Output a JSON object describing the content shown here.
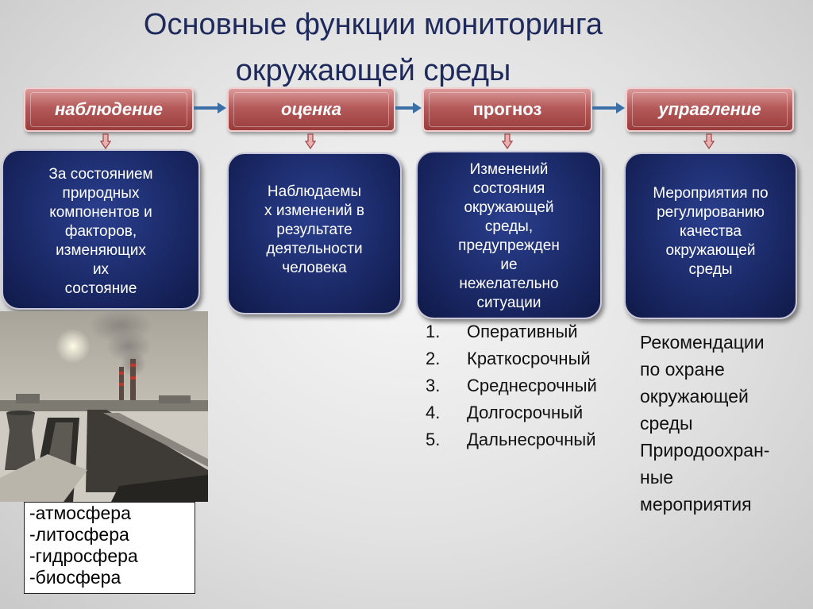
{
  "title": {
    "line1": "Основные функции мониторинга",
    "line2": "окружающей среды"
  },
  "stages": [
    {
      "label": "наблюдение"
    },
    {
      "label": "оценка"
    },
    {
      "label": "прогноз"
    },
    {
      "label": "управление"
    }
  ],
  "boxes": [
    {
      "lines": [
        "За состоянием",
        "природных",
        "компонентов и",
        "факторов,",
        "изменяющих",
        "их",
        "состояние"
      ]
    },
    {
      "lines": [
        "Наблюдаемы",
        "х изменений в",
        "результате",
        "деятельности",
        "человека"
      ]
    },
    {
      "lines": [
        "Изменений",
        "состояния",
        "окружающей",
        "среды,",
        "предупрежден",
        "ие",
        "нежелательно",
        "ситуации"
      ]
    },
    {
      "lines": [
        "Мероприятия по",
        "регулированию",
        "качества",
        "окружающей",
        "среды"
      ]
    }
  ],
  "spheres": [
    "-атмосфера",
    "-литосфера",
    "-гидросфера",
    "-биосфера"
  ],
  "forecast_types": [
    {
      "num": "1.",
      "label": "Оперативный"
    },
    {
      "num": "2.",
      "label": "Краткосрочный"
    },
    {
      "num": "3.",
      "label": "Среднесрочный"
    },
    {
      "num": "4.",
      "label": "Долгосрочный"
    },
    {
      "num": "5.",
      "label": "Дальнесрочный"
    }
  ],
  "recommendations": {
    "line1": "Рекомендации",
    "line2": "по охране",
    "line3": "окружающей",
    "line4": "среды",
    "line5": "Природоохран-",
    "line6": "ные",
    "line7": "мероприятия"
  },
  "colors": {
    "stage": "#b55a5a",
    "box": "#17245e",
    "arrow": "#3b6fa6",
    "title": "#1f2a5c"
  }
}
